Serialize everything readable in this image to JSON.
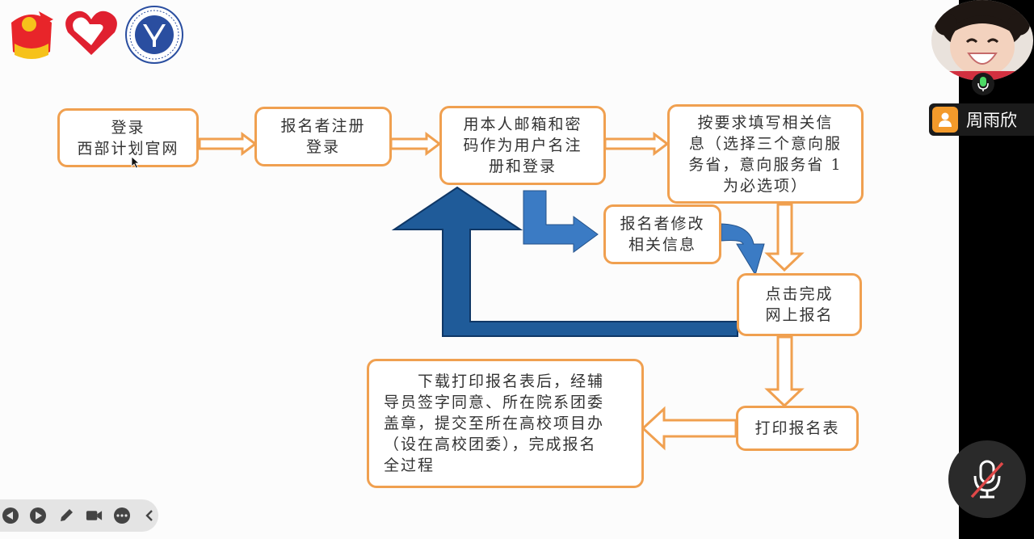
{
  "flow": {
    "step1": "登录\n西部计划官网",
    "step2": "报名者注册\n登录",
    "step3": "用本人邮箱和密\n码作为用户名注\n册和登录",
    "step4": "按要求填写相关信\n息（选择三个意向服\n务省，意向服务省 1\n为必选项）",
    "step5": "报名者修改\n相关信息",
    "step6": "点击完成\n网上报名",
    "step7": "打印报名表",
    "step8": "　　下载打印报名表后，经辅\n导员签字同意、所在院系团委\n盖章，提交至所在高校项目办\n（设在高校团委），完成报名\n全过程"
  },
  "colors": {
    "box_border": "#f0a050",
    "loop_arrow": "#1f5b99",
    "small_arrow": "#3b7bc4",
    "accent_orange": "#f39a2b"
  },
  "participant": {
    "name": "周雨欣",
    "mic_icon": "mic-on-icon"
  },
  "controls": {
    "mute_icon": "mic-muted-icon",
    "toolbar": [
      "play-back-icon",
      "play-icon",
      "pen-icon",
      "camera-icon",
      "more-icon",
      "collapse-icon"
    ]
  }
}
